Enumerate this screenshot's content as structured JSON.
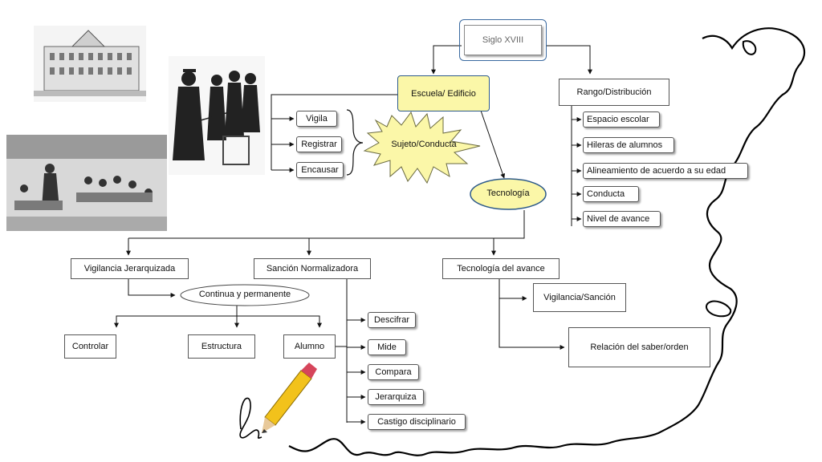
{
  "nodes": {
    "siglo": "Siglo XVIII",
    "escuela": "Escuela/ Edificio",
    "rango": "Rango/Distribución",
    "sujeto": "Sujeto/Conducta",
    "tecnologia": "Tecnología",
    "vigila": "Vigila",
    "registrar": "Registrar",
    "encausar": "Encausar",
    "espacio_escolar": "Espacio escolar",
    "hileras": "Hileras de alumnos",
    "alineamiento": "Alineamiento de acuerdo a su edad",
    "conducta": "Conducta",
    "nivel_avance": "Nivel de avance",
    "vigilancia_jerarquizada": "Vigilancia Jerarquizada",
    "sancion_normalizadora": "Sanción Normalizadora",
    "tecnologia_avance": "Tecnología del avance",
    "continua": "Continua y permanente",
    "controlar": "Controlar",
    "estructura": "Estructura",
    "alumno": "Alumno",
    "descifrar": "Descifrar",
    "mide": "Mide",
    "compara": "Compara",
    "jerarquiza": "Jerarquiza",
    "castigo": "Castigo disciplinario",
    "vigilancia_sancion": "Vigilancia/Sanción",
    "relacion_saber": "Relación del saber/orden"
  },
  "colors": {
    "highlight_fill": "#fbf7a8",
    "highlight_stroke": "#c8b400",
    "siglo_outer": "#3a6aa0",
    "siglo_text": "#777777"
  }
}
